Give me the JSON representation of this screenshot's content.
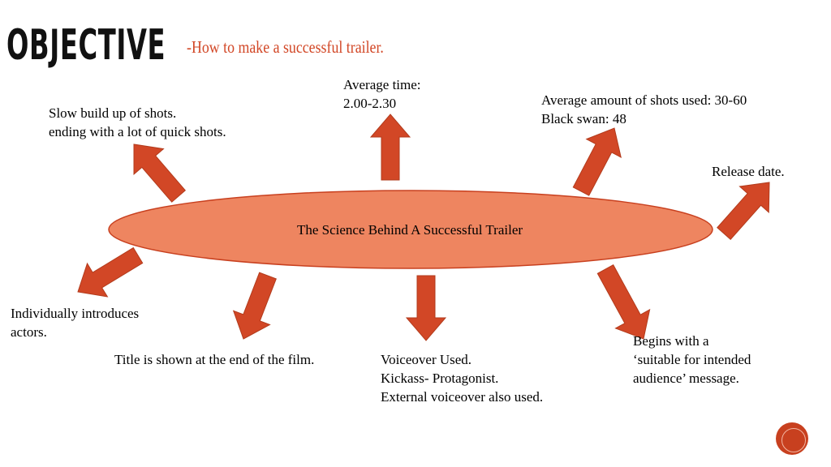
{
  "header": {
    "title": "OBJECTIVE",
    "subtitle": "-How to make a successful trailer."
  },
  "center": {
    "label": "The Science Behind A Successful Trailer",
    "fill_color": "#ee8560",
    "stroke_color": "#c8401f"
  },
  "arrow_color": "#d24726",
  "notes": {
    "pace": [
      "Slow build up of shots.",
      "ending with a lot of quick shots."
    ],
    "time": [
      "Average time:",
      "2.00-2.30"
    ],
    "shots": [
      "Average amount of shots used: 30-60",
      "Black swan: 48"
    ],
    "release": [
      "Release date."
    ],
    "actors": [
      "Individually introduces",
      "actors."
    ],
    "title_end": [
      "Title is shown at the end of the film."
    ],
    "voiceover": [
      "Voiceover Used.",
      "Kickass- Protagonist.",
      "External voiceover also used."
    ],
    "audience": [
      "Begins with a",
      "‘suitable for intended",
      "audience’ message."
    ]
  }
}
